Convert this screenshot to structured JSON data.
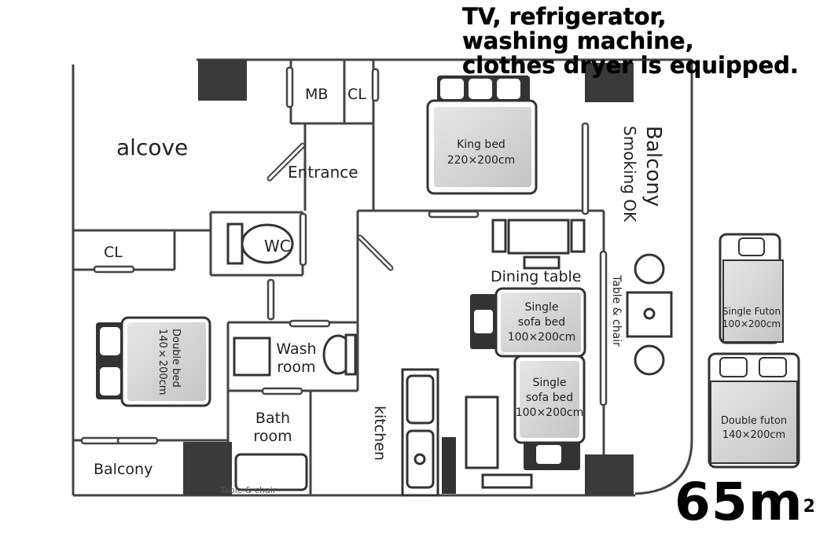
{
  "heading": {
    "line1": "TV, refrigerator,",
    "line2": "washing machine,",
    "line3": "clothes dryer is equipped."
  },
  "area": {
    "value": "65m",
    "unit_suffix": "2"
  },
  "rooms": {
    "alcove": "alcove",
    "mb": "MB",
    "cl_top": "CL",
    "entrance": "Entrance",
    "cl_left": "CL",
    "wc": "WC",
    "wash_room_1": "Wash",
    "wash_room_2": "room",
    "bath_room_1": "Bath",
    "bath_room_2": "room",
    "balcony_small": "Balcony",
    "table_chair_small": "Table & chair",
    "kitchen": "kitchen",
    "dining_table": "Dining table",
    "balcony_big": "Balcony",
    "smoking_ok": "Smoking OK",
    "table_chair_balcony": "Table & chair"
  },
  "beds": {
    "king_name": "King bed",
    "king_size": "220×200cm",
    "double_name": "Double bed",
    "double_size": "140×200cm",
    "sofa1_line1": "Single",
    "sofa1_line2": "sofa bed",
    "sofa1_size": "100×200cm",
    "sofa2_line1": "Single",
    "sofa2_line2": "sofa bed",
    "sofa2_size": "100×200cm",
    "single_futon_name": "Single Futon",
    "single_futon_size": "100×200cm",
    "double_futon_name": "Double futon",
    "double_futon_size": "140×200cm"
  }
}
